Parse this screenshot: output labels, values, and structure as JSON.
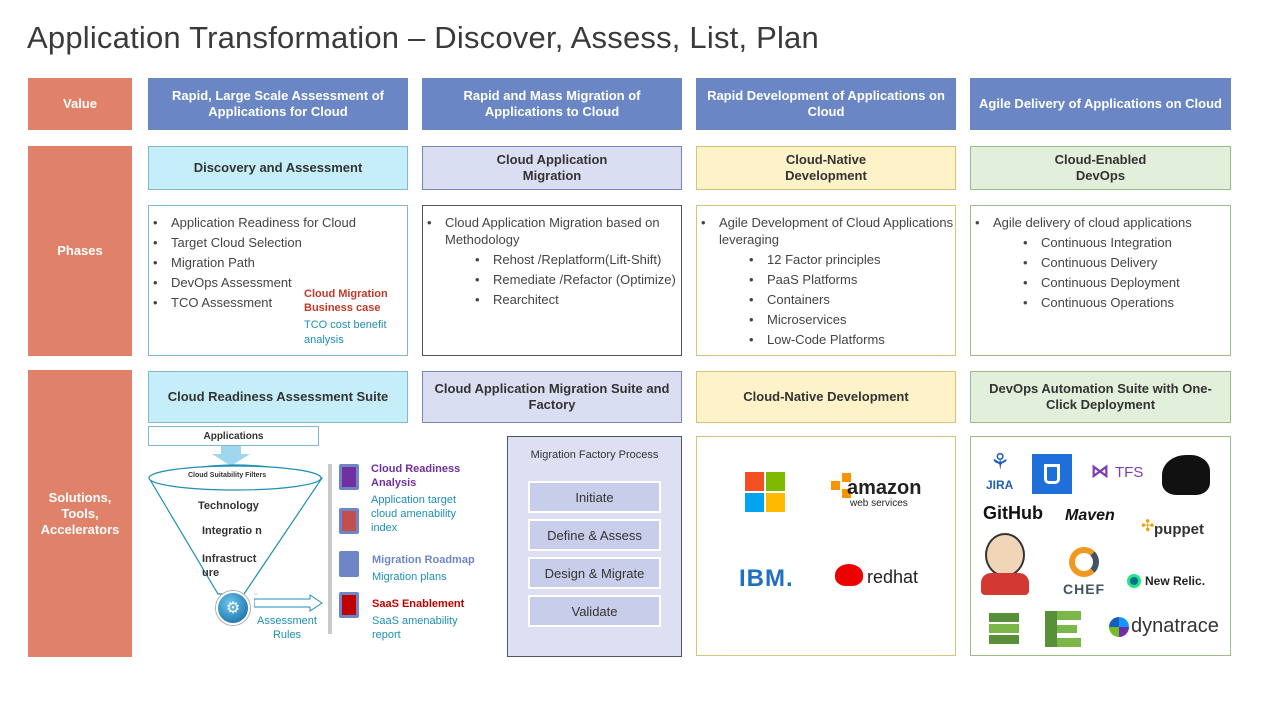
{
  "title": "Application Transformation – Discover, Assess, List, Plan",
  "row_labels": {
    "value": "Value",
    "phases": "Phases",
    "solutions": "Solutions, Tools, Accelerators"
  },
  "value_row": [
    "Rapid, Large Scale Assessment of Applications for Cloud",
    "Rapid and Mass Migration of Applications to Cloud",
    "Rapid Development of Applications on Cloud",
    "Agile Delivery of Applications on Cloud"
  ],
  "phase_headers": [
    "Discovery and Assessment",
    "Cloud Application Migration",
    "Cloud-Native Development",
    "Cloud-Enabled DevOps"
  ],
  "phase_lists": {
    "col1": [
      "Application Readiness for Cloud",
      "Target Cloud Selection",
      "Migration Path",
      "DevOps Assessment",
      "TCO Assessment"
    ],
    "col1_note_title": "Cloud Migration Business case",
    "col1_note_sub": "TCO cost benefit analysis",
    "col2_main": "Cloud Application Migration based on Methodology",
    "col2_sub": [
      "Rehost /Replatform(Lift-Shift)",
      "Remediate /Refactor (Optimize)",
      "Rearchitect"
    ],
    "col3_main": "Agile Development of Cloud Applications leveraging",
    "col3_sub": [
      "12 Factor principles",
      "PaaS Platforms",
      "Containers",
      "Microservices",
      "Low-Code Platforms"
    ],
    "col4_main": "Agile delivery of cloud applications",
    "col4_sub": [
      "Continuous Integration",
      "Continuous Delivery",
      "Continuous Deployment",
      "Continuous Operations"
    ]
  },
  "solution_headers": [
    "Cloud Readiness Assessment Suite",
    "Cloud Application Migration Suite and Factory",
    "Cloud-Native Development",
    "DevOps Automation Suite with One-Click Deployment"
  ],
  "funnel": {
    "applications": "Applications",
    "filters": "Cloud Suitability  Filters",
    "technology": "Technology",
    "integration": "Integratio n",
    "infrastructure": "Infrastruct ure",
    "assessment_rules": "Assessment Rules"
  },
  "legend": [
    {
      "title": "Cloud Readiness Analysis",
      "sub": "Application target cloud amenability index",
      "color": "#7030a0"
    },
    {
      "title": "Migration  Roadmap",
      "sub": "Migration plans",
      "color": "#6e86c8"
    },
    {
      "title": "SaaS  Enablement",
      "sub": "SaaS amenability report",
      "color": "#c00000"
    }
  ],
  "migration_factory": {
    "title": "Migration Factory Process",
    "steps": [
      "Initiate",
      "Define & Assess",
      "Design & Migrate",
      "Validate"
    ]
  },
  "cloud_logos": {
    "amazon": "amazon",
    "amazon_sub": "web services",
    "ibm": "IBM.",
    "redhat": "redhat"
  },
  "devops_logos": {
    "jira": "JIRA",
    "tfs": "TFS",
    "github": "GitHub",
    "maven": "Maven",
    "puppet": "puppet",
    "chef": "CHEF",
    "newrelic": "New Relic.",
    "dynatrace": "dynatrace"
  },
  "colors": {
    "value_blue": "#6a86c4",
    "row_label": "#e0826a"
  }
}
